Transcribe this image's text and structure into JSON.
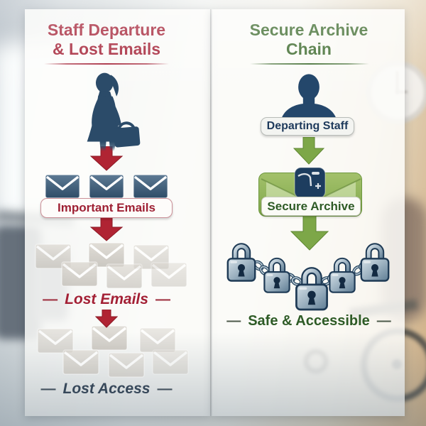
{
  "left_panel": {
    "title_line1": "Staff Departure",
    "title_line2": "& Lost Emails",
    "important_emails_label": "Important Emails",
    "lost_emails_label": "Lost Emails",
    "lost_access_label": "Lost Access"
  },
  "right_panel": {
    "title_line1": "Secure Archive",
    "title_line2": "Chain",
    "departing_staff_label": "Departing Staff",
    "secure_archive_label": "Secure Archive",
    "safe_accessible_label": "Safe & Accessible"
  },
  "decor": {
    "dash": "—"
  },
  "colors": {
    "red_accent": "#A32035",
    "red_arrow": "#B02433",
    "important_text": "#9E2033",
    "green_accent": "#3E6B2E",
    "green_arrow": "#7DA748",
    "green_box": "#8CB254",
    "secure_text": "#2E5B26",
    "navy_silhouette": "#2B4B69",
    "navy_label": "#1E3A5C",
    "steel_lock": "#9DB2C1",
    "lost_access": "#37485A"
  }
}
